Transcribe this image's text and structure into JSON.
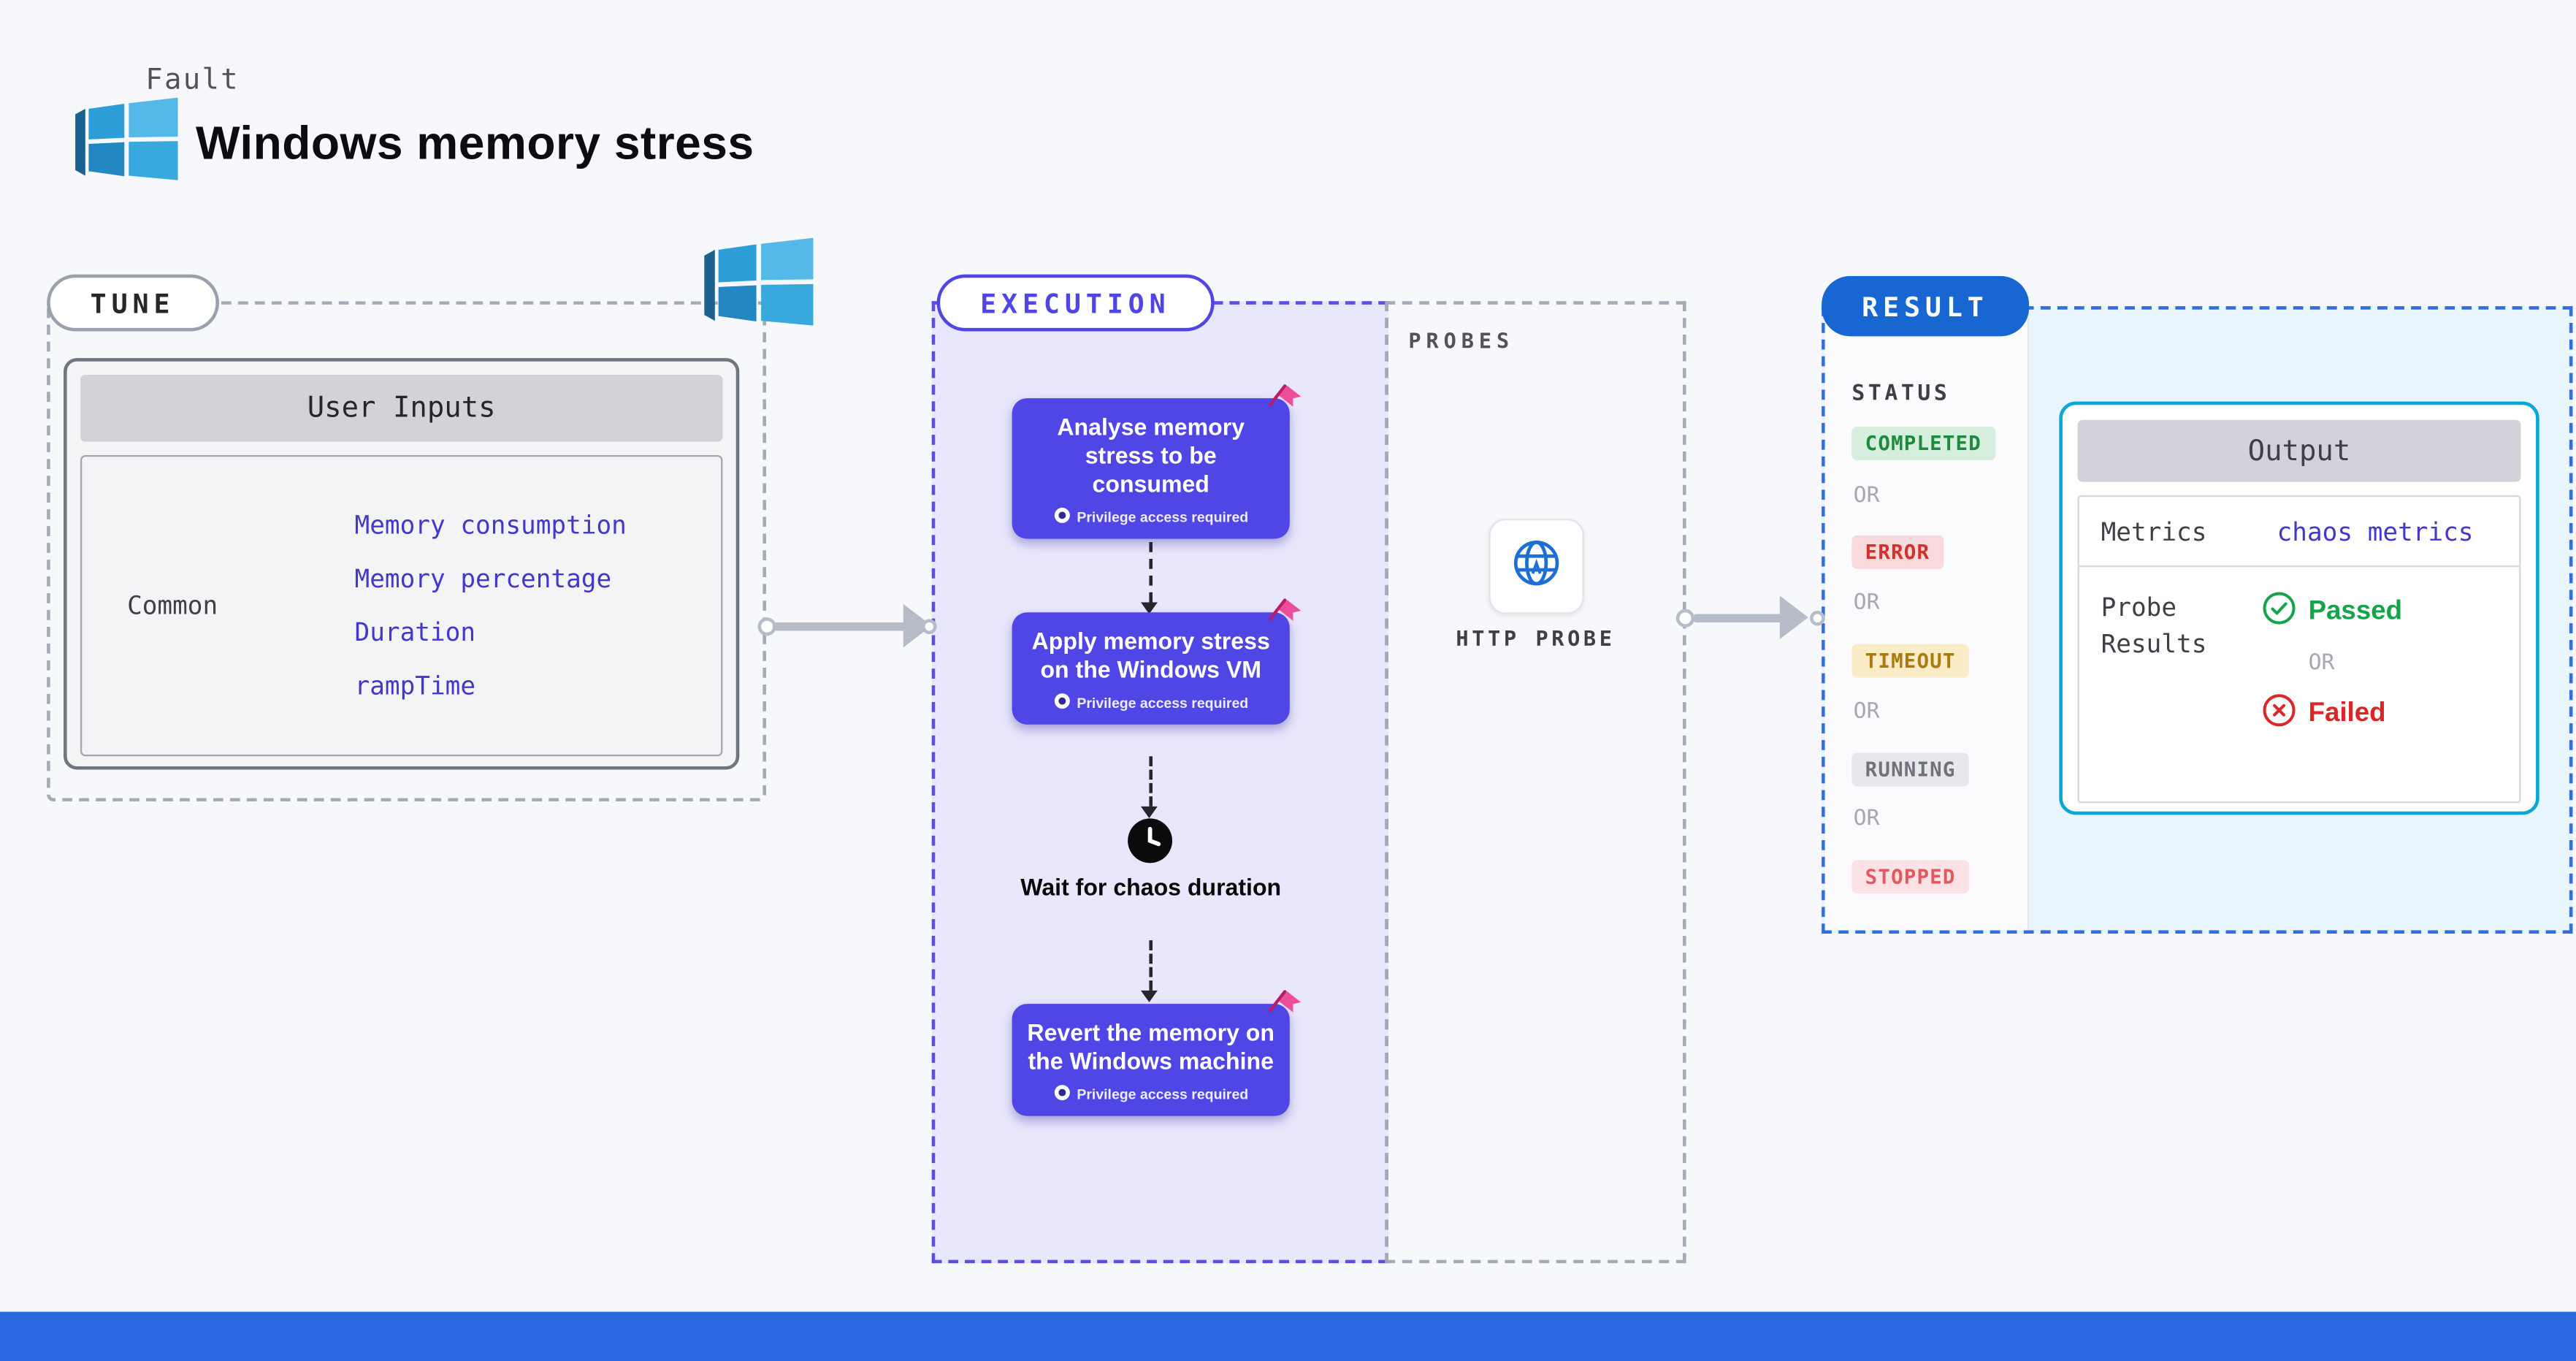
{
  "header": {
    "fault_label": "Fault",
    "title": "Windows memory stress"
  },
  "tune": {
    "badge": "TUNE",
    "user_inputs": {
      "header": "User Inputs",
      "group_label": "Common",
      "links": [
        "Memory consumption",
        "Memory percentage",
        "Duration",
        "rampTime"
      ]
    }
  },
  "execution": {
    "badge": "EXECUTION",
    "steps": [
      {
        "label": "Analyse memory stress to be consumed",
        "badge": "Privilege access required"
      },
      {
        "label": "Apply memory stress on the Windows VM",
        "badge": "Privilege access required"
      },
      {
        "label": "Wait for chaos duration"
      },
      {
        "label": "Revert the memory on the Windows machine",
        "badge": "Privilege access required"
      }
    ]
  },
  "probes": {
    "label": "PROBES",
    "probe_label": "HTTP PROBE"
  },
  "result": {
    "badge": "RESULT",
    "status": {
      "header": "STATUS",
      "or_label": "OR",
      "items": [
        {
          "label": "COMPLETED",
          "kind": "completed"
        },
        {
          "label": "ERROR",
          "kind": "error"
        },
        {
          "label": "TIMEOUT",
          "kind": "timeout"
        },
        {
          "label": "RUNNING",
          "kind": "running"
        },
        {
          "label": "STOPPED",
          "kind": "stopped"
        }
      ]
    },
    "output": {
      "header": "Output",
      "metrics_label": "Metrics",
      "metrics_link": "chaos metrics",
      "probe_results_label": "Probe Results",
      "passed_label": "Passed",
      "or_label": "OR",
      "failed_label": "Failed"
    }
  },
  "colors": {
    "accent_purple": "#4f46e5",
    "accent_blue": "#1766d1",
    "cyan_border": "#08a7da",
    "success_green": "#16a34a",
    "error_red": "#dc2626",
    "footer_blue": "#2b6ae3"
  }
}
